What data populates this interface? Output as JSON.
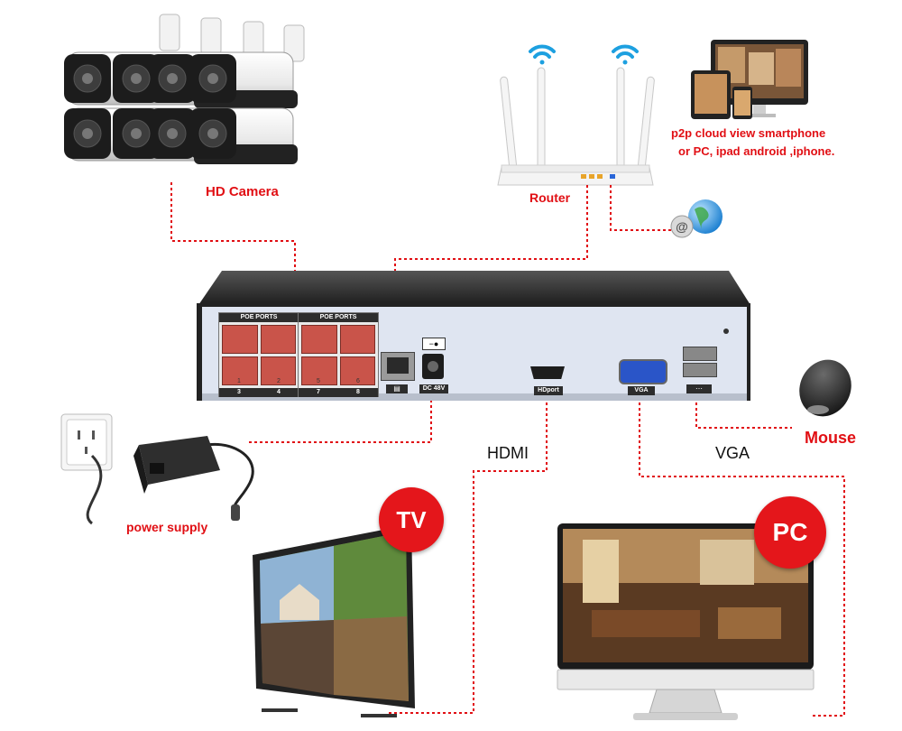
{
  "labels": {
    "hd_camera": "HD Camera",
    "router": "Router",
    "cloud_line1": "p2p cloud  view smartphone",
    "cloud_line2": "or PC, ipad android ,iphone.",
    "power_supply": "power supply",
    "hdmi": "HDMI",
    "vga": "VGA",
    "mouse": "Mouse",
    "tv_badge": "TV",
    "pc_badge": "PC"
  },
  "nvr": {
    "poe_group_1": "POE PORTS",
    "poe_group_2": "POE PORTS",
    "port_numbers": [
      "1",
      "2",
      "3",
      "4",
      "5",
      "6",
      "7",
      "8"
    ],
    "dc_label": "DC 48V",
    "hdmi_port_label": "HDport",
    "vga_port_label": "VGA"
  },
  "colors": {
    "accent_red": "#e10f14",
    "nvr_panel": "#dde3f0",
    "nvr_body": "#2b2b2b",
    "poe_port": "#c9544a"
  }
}
